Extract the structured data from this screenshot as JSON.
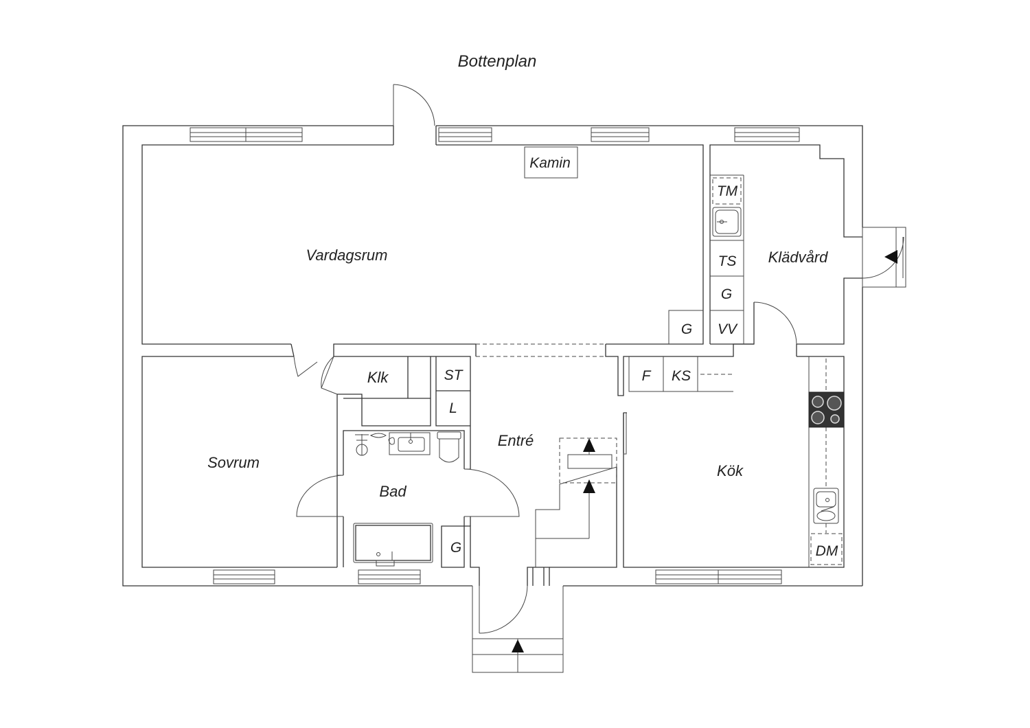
{
  "title": "Bottenplan",
  "rooms": {
    "vardagsrum": "Vardagsrum",
    "kladvard": "Klädvård",
    "sovrum": "Sovrum",
    "bad": "Bad",
    "entre": "Entré",
    "kok": "Kök",
    "klk": "Klk"
  },
  "fixtures": {
    "kamin": "Kamin",
    "tm": "TM",
    "ts": "TS",
    "g_kladvard": "G",
    "vv": "VV",
    "g_vardagsrum": "G",
    "st": "ST",
    "l": "L",
    "f": "F",
    "ks": "KS",
    "g_entre": "G",
    "dm": "DM"
  }
}
